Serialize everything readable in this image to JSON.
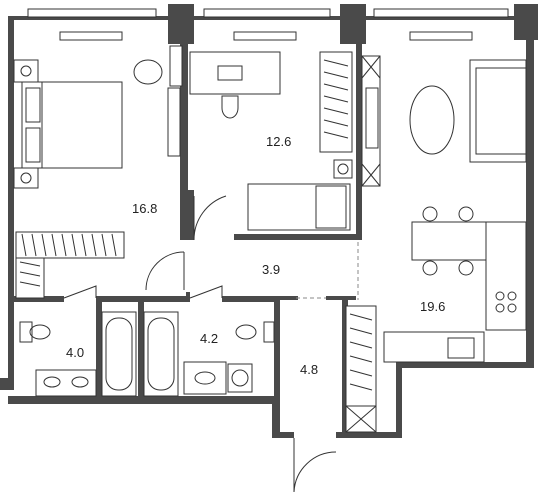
{
  "plan": {
    "rooms": [
      {
        "id": "bedroom-1",
        "area": "16.8"
      },
      {
        "id": "bedroom-2",
        "area": "12.6"
      },
      {
        "id": "hallway",
        "area": "3.9"
      },
      {
        "id": "living-kitchen",
        "area": "19.6"
      },
      {
        "id": "bathroom-1",
        "area": "4.0"
      },
      {
        "id": "bathroom-2",
        "area": "4.2"
      },
      {
        "id": "entrance-hall",
        "area": "4.8"
      }
    ]
  }
}
